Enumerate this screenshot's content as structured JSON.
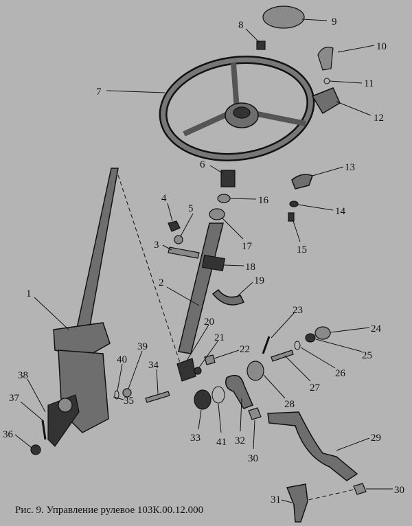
{
  "caption": "Рис. 9. Управление рулевое 103К.00.12.000",
  "callouts": [
    "1",
    "2",
    "3",
    "4",
    "5",
    "6",
    "7",
    "8",
    "9",
    "10",
    "11",
    "12",
    "13",
    "14",
    "15",
    "16",
    "17",
    "18",
    "19",
    "20",
    "21",
    "22",
    "23",
    "24",
    "25",
    "26",
    "27",
    "28",
    "29",
    "30",
    "30",
    "31",
    "32",
    "33",
    "34",
    "35",
    "36",
    "37",
    "38",
    "39",
    "40",
    "41"
  ]
}
